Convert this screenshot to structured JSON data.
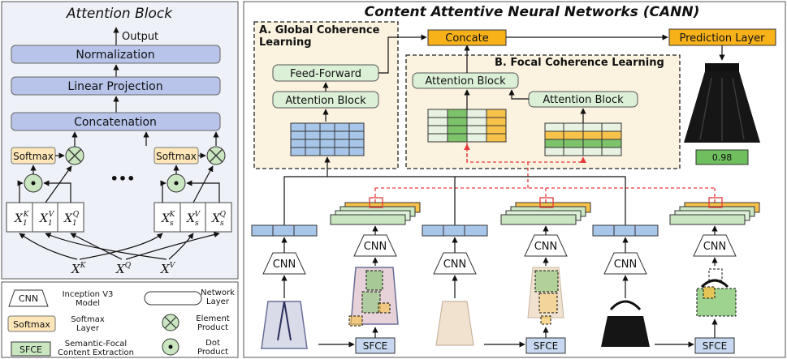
{
  "attention_block": {
    "title": "Attention Block",
    "output": "Output",
    "normalization": "Normalization",
    "linear_projection": "Linear Projection",
    "concatenation": "Concatenation",
    "softmax": "Softmax",
    "ellipsis": "•••",
    "x_base": "X",
    "sub_1": "1",
    "sub_s": "s",
    "sup_k": "K",
    "sup_v": "V",
    "sup_q": "Q",
    "bottom_xk": "X",
    "bottom_xq": "X",
    "bottom_xv": "X"
  },
  "legend": {
    "cnn_shape": "CNN",
    "cnn_desc_1": "Inception V3",
    "cnn_desc_2": "Model",
    "layer_desc_1": "Network",
    "layer_desc_2": "Layer",
    "softmax_shape": "Softmax",
    "softmax_desc_1": "Softmax",
    "softmax_desc_2": "Layer",
    "element_desc_1": "Element",
    "element_desc_2": "Product",
    "sfce_shape": "SFCE",
    "sfce_desc_1": "Semantic-Focal",
    "sfce_desc_2": "Content Extraction",
    "dot_desc_1": "Dot",
    "dot_desc_2": "Product"
  },
  "cann": {
    "title": "Content Attentive Neural Networks (CANN)",
    "global_title_1": "A. Global Coherence",
    "global_title_2": "Learning",
    "feed_forward": "Feed-Forward",
    "attention_block": "Attention Block",
    "focal_title": "B. Focal Coherence Learning",
    "concate": "Concate",
    "prediction_layer": "Prediction Layer",
    "score": "0.98",
    "cnn": "CNN",
    "sfce": "SFCE"
  },
  "colors": {
    "panel_bg": "#eef1f7",
    "block_blue": "#b8c4ea",
    "softmax_fill": "#fde6b8",
    "product_green": "#c9e6c0",
    "ff_green": "#dcefd7",
    "orange": "#f7b21a",
    "layer_blue": "#a8c6ea",
    "sfce_fill": "#c7d8f0",
    "focal_bg": "#fbf2e0",
    "red_dash": "#e63b3b",
    "score_green": "#6fbf5e"
  }
}
